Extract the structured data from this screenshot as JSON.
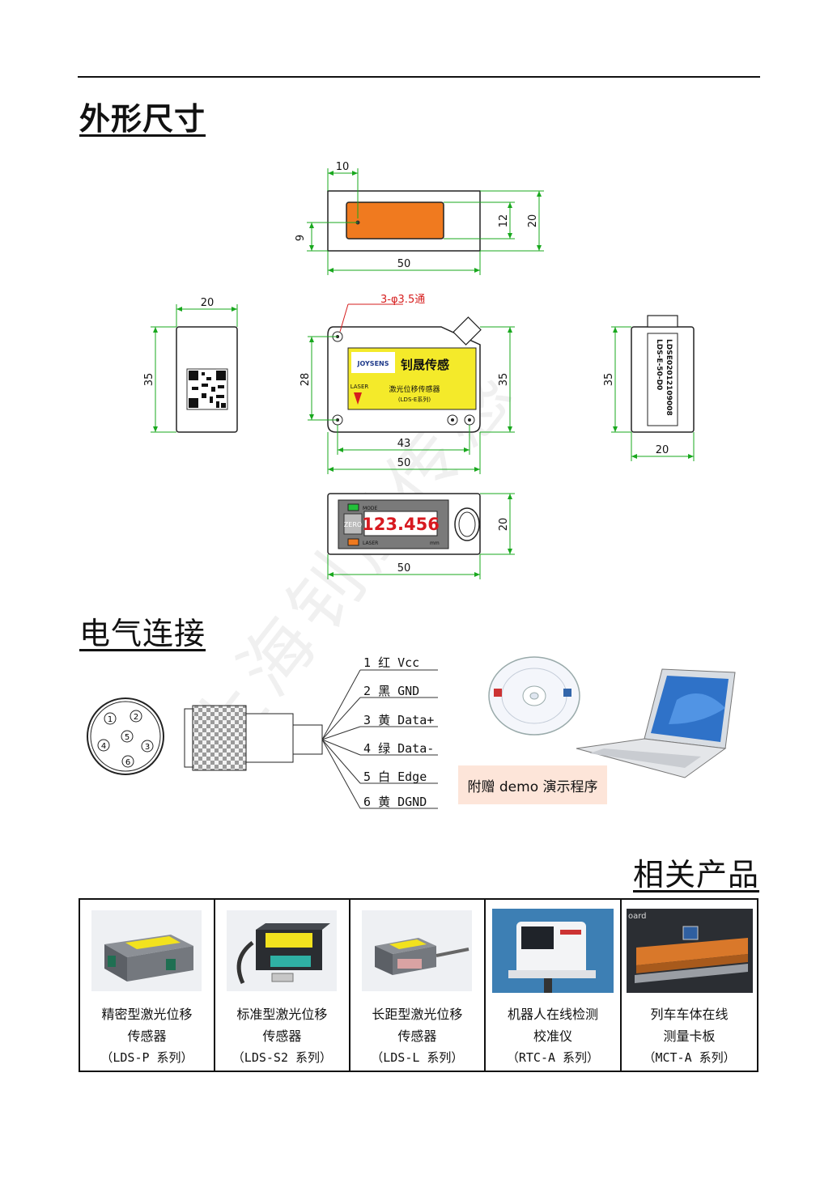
{
  "sections": {
    "dimensions_title": "外形尺寸",
    "electrical_title": "电气连接",
    "related_title": "相关产品"
  },
  "watermark": "上海钊晟传感",
  "drawing": {
    "top_view": {
      "dim_width": "10",
      "dim_offset": "9",
      "dim_window": "12",
      "dim_height": "20",
      "dim_length": "50"
    },
    "front_view": {
      "hole_note": "3-φ3.5通",
      "dim_height_left": "28",
      "dim_height_right": "35",
      "dim_hole_spacing": "43",
      "dim_length": "50",
      "label_brand_en": "JOYSENS",
      "label_brand_cn": "钊晟传感",
      "label_laser": "LASER",
      "label_product": "激光位移传感器",
      "label_series": "(LDS-E系列)"
    },
    "left_view": {
      "dim_width": "20",
      "dim_height": "35"
    },
    "right_view": {
      "dim_width": "20",
      "dim_height": "35",
      "model": "LDS-E-50-D0",
      "serial": "LDSE02012109008"
    },
    "bottom_view": {
      "dim_height": "20",
      "dim_length": "50",
      "display_value": "123.456",
      "unit": "mm",
      "mode_label": "MODE",
      "laser_label": "LASER",
      "zero_label": "ZERO"
    }
  },
  "connector": {
    "pins": [
      "1",
      "2",
      "3",
      "4",
      "5",
      "6"
    ],
    "wires": [
      {
        "num": "1",
        "color": "红",
        "signal": "Vcc"
      },
      {
        "num": "2",
        "color": "黑",
        "signal": "GND"
      },
      {
        "num": "3",
        "color": "黄",
        "signal": "Data+"
      },
      {
        "num": "4",
        "color": "绿",
        "signal": "Data-"
      },
      {
        "num": "5",
        "color": "白",
        "signal": "Edge"
      },
      {
        "num": "6",
        "color": "黄",
        "signal": "DGND"
      }
    ]
  },
  "demo_note": "附赠 demo 演示程序",
  "products": [
    {
      "line1": "精密型激光位移",
      "line2": "传感器",
      "series": "（LDS-P 系列）",
      "image": "sensor-compact"
    },
    {
      "line1": "标准型激光位移",
      "line2": "传感器",
      "series": "（LDS-S2 系列）",
      "image": "sensor-standard"
    },
    {
      "line1": "长距型激光位移",
      "line2": "传感器",
      "series": "（LDS-L 系列）",
      "image": "sensor-long-range"
    },
    {
      "line1": "机器人在线检测",
      "line2": "校准仪",
      "series": "（RTC-A 系列）",
      "image": "robot-calibrator"
    },
    {
      "line1": "列车车体在线",
      "line2": "测量卡板",
      "series": "（MCT-A 系列）",
      "image": "train-gauge-board",
      "overlay_text": "oard"
    }
  ],
  "colors": {
    "dimension_green": "#19a81e",
    "annotation_red": "#d61e1e",
    "window_orange": "#f07a1f",
    "label_yellow": "#f4ea2a",
    "display_red": "#d71920",
    "demo_bg": "#fde5d9"
  }
}
